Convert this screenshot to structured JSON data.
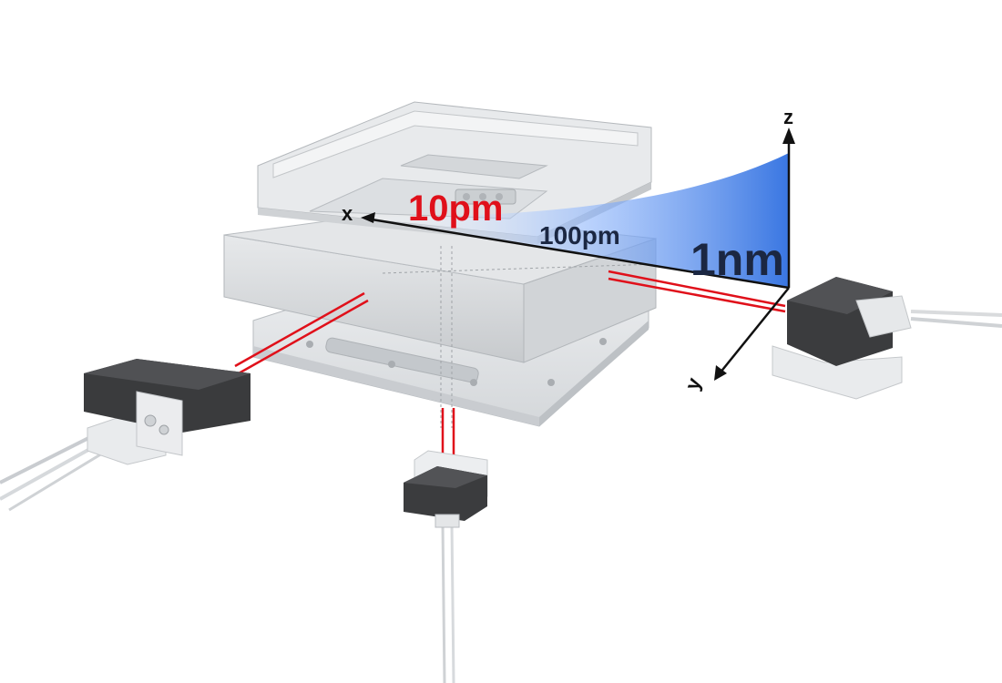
{
  "labels": {
    "axis_x": "x",
    "axis_y": "y",
    "axis_z": "z",
    "res_10pm": "10pm",
    "res_100pm": "100pm",
    "res_1nm": "1nm"
  },
  "colors": {
    "laser": "#e0101a",
    "highlight": "#e0101a",
    "wedge": "#2f6fe0",
    "text_dark": "#1b2742",
    "sensor_dark": "#3a3b3d",
    "metal": "#d9dcdf"
  },
  "icons": [
    "axis-arrow-icon"
  ]
}
